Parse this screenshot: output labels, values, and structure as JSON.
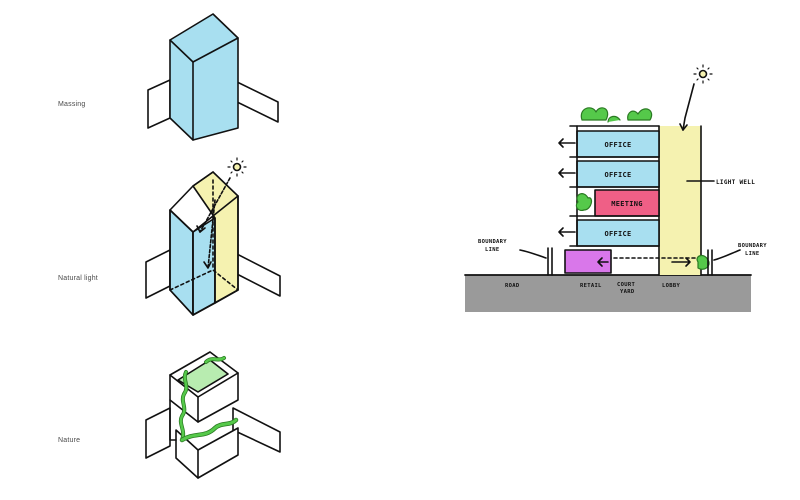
{
  "left_panel": {
    "captions": {
      "massing": "Massing",
      "natural_light": "Natural light",
      "nature": "Nature"
    }
  },
  "section": {
    "floors": [
      {
        "label": "OFFICE",
        "color": "#a8dff0"
      },
      {
        "label": "OFFICE",
        "color": "#a8dff0"
      },
      {
        "label": "MEETING",
        "color": "#ef5f86"
      },
      {
        "label": "OFFICE",
        "color": "#a8dff0"
      }
    ],
    "ground_floor_color": "#d977ea",
    "light_well_color": "#f5f2b0",
    "greenery_color": "#55c94a",
    "ground_color": "#9a9a9a",
    "annotations": {
      "light_well": "LIGHT WELL",
      "boundary_left": [
        "BOUNDARY",
        "LINE"
      ],
      "boundary_right": [
        "BOUNDARY",
        "LINE"
      ]
    },
    "ground_labels": {
      "road": "ROAD",
      "retail": "RETAIL",
      "courtyard": [
        "COURT",
        "YARD"
      ],
      "lobby": "LOBBY"
    }
  },
  "colors": {
    "massing_blue": "#a8dff0",
    "light_yellow": "#f5f2b0",
    "nature_green": "#55c94a",
    "sketch_line": "#111111"
  }
}
